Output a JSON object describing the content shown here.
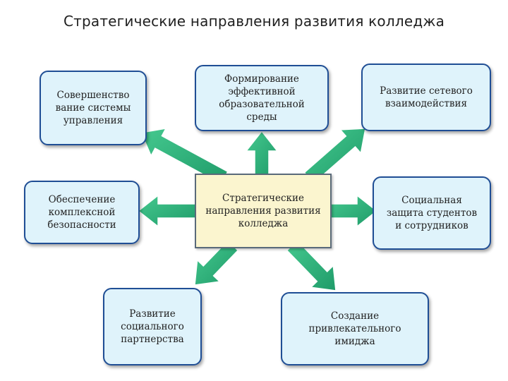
{
  "title": "Стратегические направления развития колледжа",
  "center": {
    "lines": [
      "Стратегические",
      "направления развития",
      "колледжа"
    ]
  },
  "boxes": {
    "management": {
      "lines": [
        "Совершенство",
        "вание системы",
        "управления"
      ]
    },
    "environment": {
      "lines": [
        "Формирование",
        "эффективной",
        "образовательной",
        "среды"
      ]
    },
    "network": {
      "lines": [
        "Развитие сетевого",
        "взаимодействия"
      ]
    },
    "security": {
      "lines": [
        "Обеспечение",
        "комплексной",
        "безопасности"
      ]
    },
    "social_protection": {
      "lines": [
        "Социальная",
        "защита студентов",
        "и сотрудников"
      ]
    },
    "partnership": {
      "lines": [
        "Развитие",
        "социального",
        "партнерства"
      ]
    },
    "image": {
      "lines": [
        "Создание",
        "привлекательного",
        "имиджа"
      ]
    }
  },
  "colors": {
    "arrow_fill": "#2fb57d",
    "box_fill": "#dff3fb",
    "box_border": "#1f4e95",
    "center_fill": "#fbf5cf"
  }
}
